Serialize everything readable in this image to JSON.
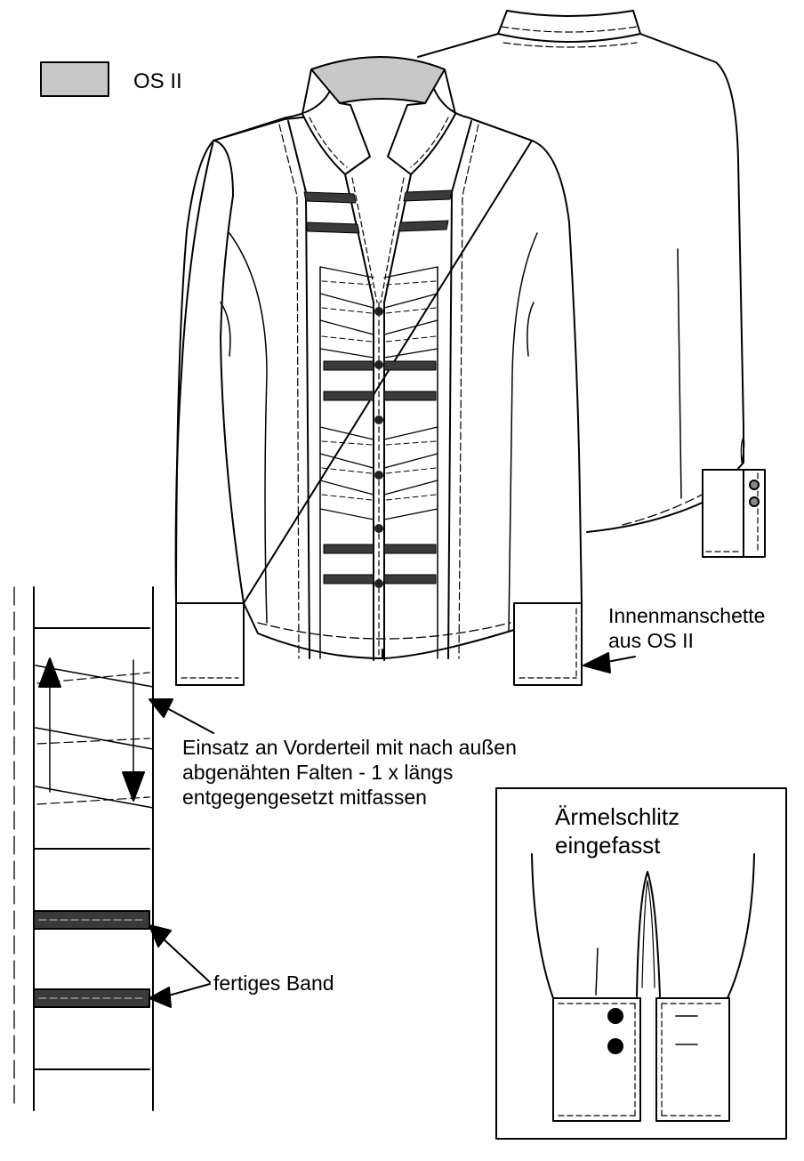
{
  "legend": {
    "label": "OS II",
    "swatch_color": "#c8c8c8"
  },
  "annotations": {
    "cuff": [
      "Innenmanschette",
      "aus OS II"
    ],
    "insert": [
      "Einsatz an Vorderteil mit nach außen",
      "abgenähten Falten - 1 x längs",
      "entgegengesetzt mitfassen"
    ],
    "band": "fertiges Band",
    "slit": [
      "Ärmelschlitz",
      "eingefasst"
    ]
  },
  "colors": {
    "line": "#000000",
    "band": "#3a3a3a",
    "fill": "#ffffff"
  }
}
